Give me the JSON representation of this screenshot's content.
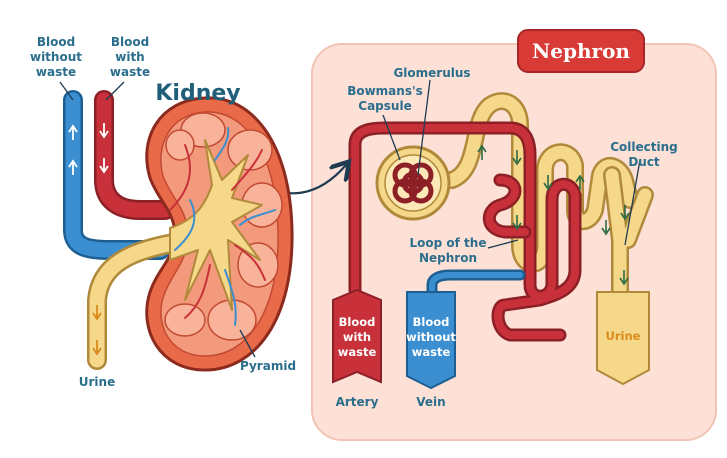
{
  "title": "Nephron",
  "kidney": {
    "title": "Kidney",
    "blood_without_waste": [
      "Blood",
      "without",
      "waste"
    ],
    "blood_with_waste": [
      "Blood",
      "with",
      "waste"
    ],
    "urine": "Urine",
    "pyramid": "Pyramid"
  },
  "nephron": {
    "glomerulus": "Glomerulus",
    "bowmans_capsule": [
      "Bowmans's",
      "Capsule"
    ],
    "loop": [
      "Loop of the",
      "Nephron"
    ],
    "collecting_duct": [
      "Collecting",
      "Duct"
    ],
    "artery_tag": [
      "Blood",
      "with",
      "waste"
    ],
    "vein_tag": [
      "Blood",
      "without",
      "waste"
    ],
    "urine_tag": "Urine",
    "artery": "Artery",
    "vein": "Vein"
  },
  "colors": {
    "panel": "#fde0d6",
    "artery": "#c8313a",
    "vein": "#3b8fd1",
    "urine": "#f5d88a",
    "title_bg": "#d83b36",
    "text": "#2b6e8c"
  }
}
